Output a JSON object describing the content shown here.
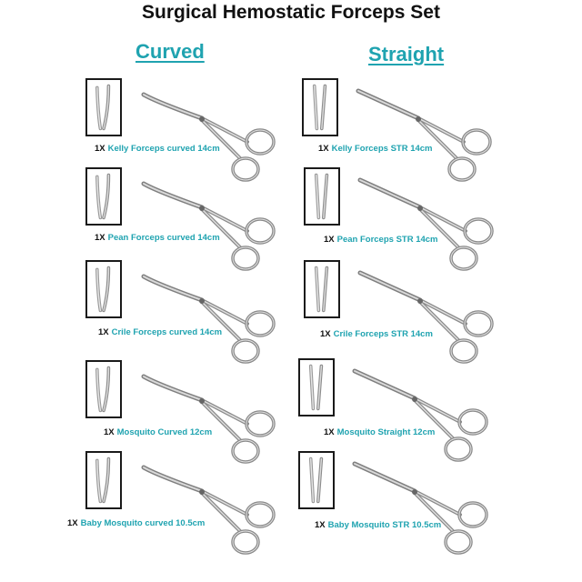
{
  "title": "Surgical Hemostatic Forceps Set",
  "accent_color": "#1fa3b0",
  "columns": {
    "curved": {
      "heading": "Curved",
      "items": [
        {
          "qty": "1X",
          "name": "Kelly Forceps curved 14cm"
        },
        {
          "qty": "1X",
          "name": "Pean Forceps curved 14cm"
        },
        {
          "qty": "1X",
          "name": "Crile Forceps curved 14cm"
        },
        {
          "qty": "1X",
          "name": "Mosquito Curved 12cm"
        },
        {
          "qty": "1X",
          "name": "Baby Mosquito curved 10.5cm"
        }
      ]
    },
    "straight": {
      "heading": "Straight",
      "items": [
        {
          "qty": "1X",
          "name": "Kelly Forceps STR 14cm"
        },
        {
          "qty": "1X",
          "name": "Pean Forceps STR 14cm"
        },
        {
          "qty": "1X",
          "name": "Crile Forceps STR 14cm"
        },
        {
          "qty": "1X",
          "name": "Mosquito Straight 12cm"
        },
        {
          "qty": "1X",
          "name": "Baby Mosquito STR 10.5cm"
        }
      ]
    }
  },
  "icons": {
    "thumbnail": "forceps-tip-closeup-icon",
    "instrument": "hemostatic-forceps-icon"
  }
}
